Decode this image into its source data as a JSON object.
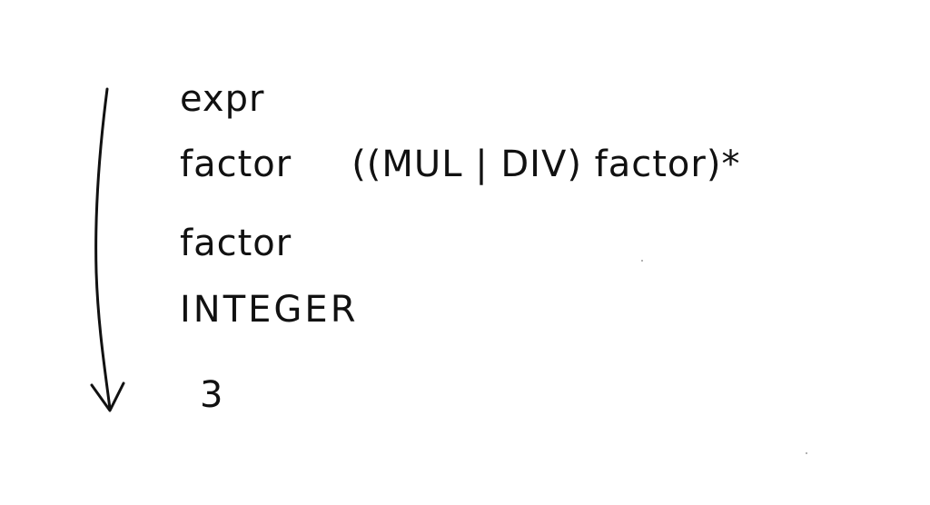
{
  "diagram": {
    "lines": [
      {
        "text": "expr"
      },
      {
        "text": "factor",
        "suffix": "((MUL | DIV) factor)*"
      },
      {
        "text": "factor"
      },
      {
        "text": "INTEGER"
      },
      {
        "text": "3"
      }
    ],
    "colors": {
      "ink": "#111111",
      "background": "#ffffff"
    },
    "arrow_direction": "down"
  }
}
